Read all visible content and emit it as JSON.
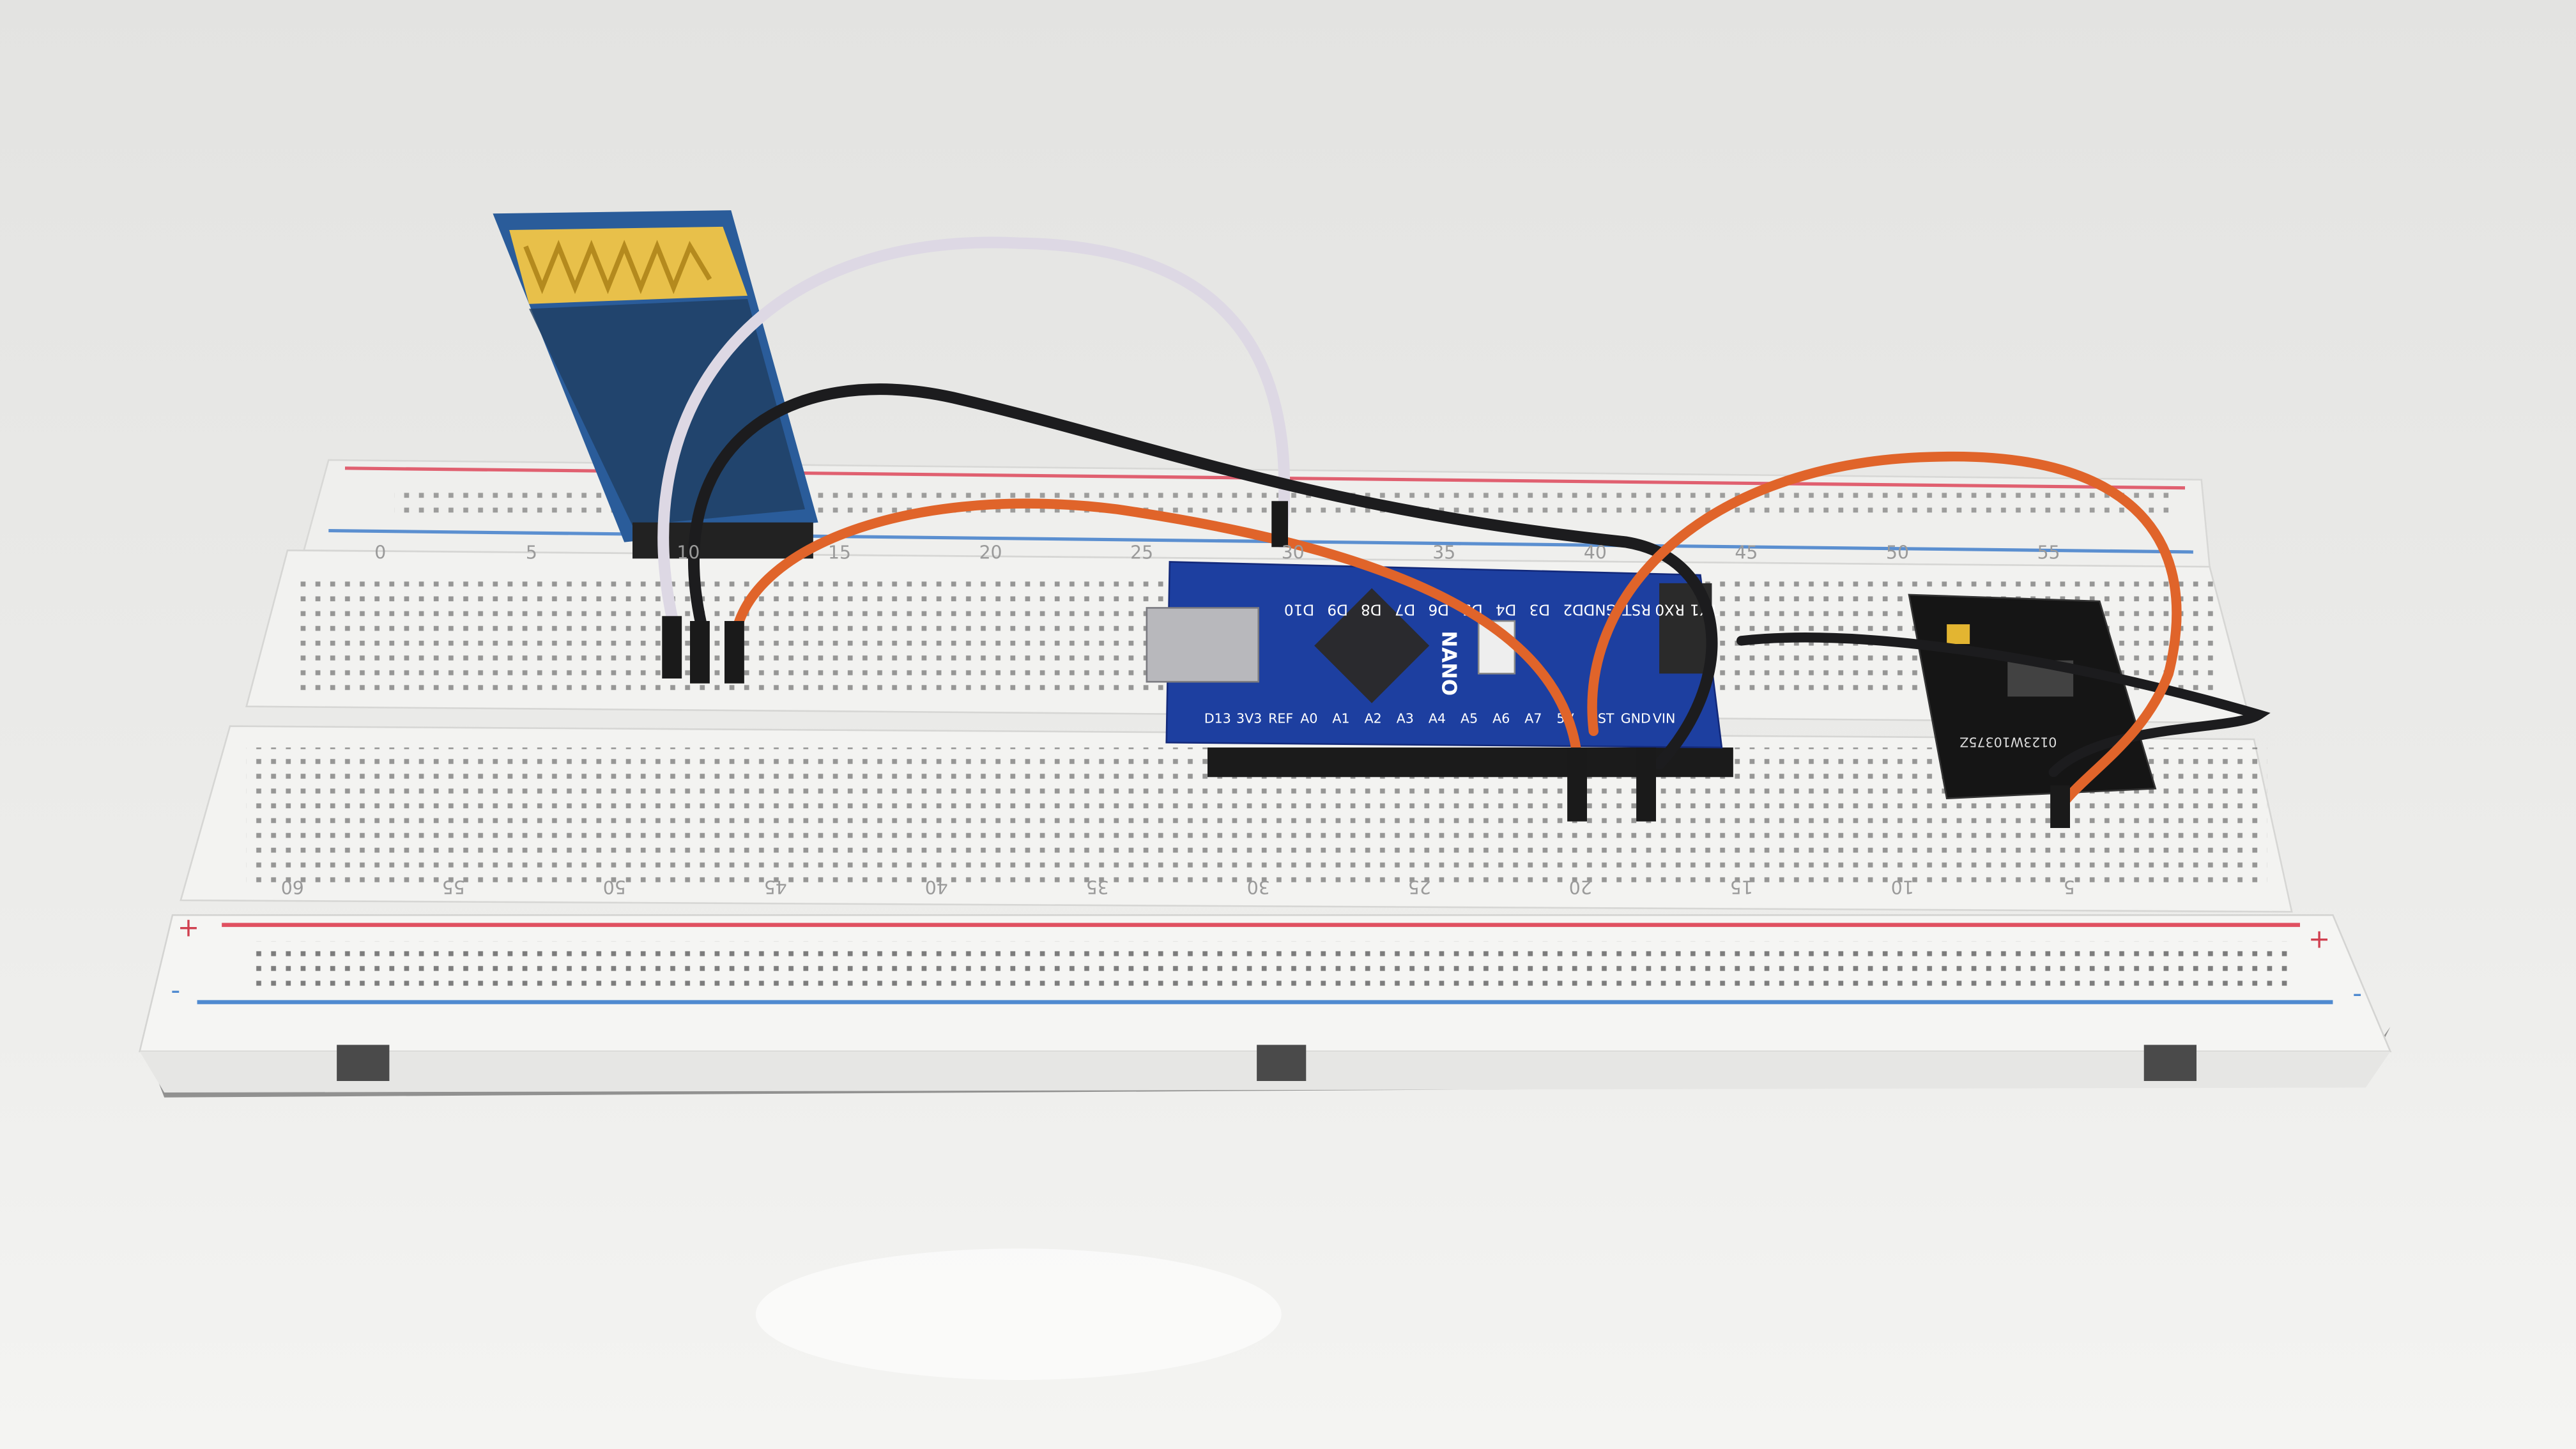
{
  "scene": {
    "background_color": "#e8e8e6",
    "breadboard_color": "#f1f1ef",
    "pcb_blue": "#1d3fa0",
    "wire_colors": {
      "white": "#e4e0ea",
      "black": "#1c1c1e",
      "orange": "#e0642a"
    }
  },
  "nano": {
    "model_label": "NANO",
    "top_pins": [
      "D10",
      "D9",
      "D8",
      "D7",
      "D6",
      "D5",
      "D4",
      "D3",
      "D2",
      "GND",
      "RST",
      "RX0",
      "TX1"
    ],
    "bottom_pins": [
      "D13",
      "3V3",
      "REF",
      "A0",
      "A1",
      "A2",
      "A3",
      "A4",
      "A5",
      "A6",
      "A7",
      "5V",
      "RST",
      "GND",
      "VIN"
    ]
  },
  "breadboard": {
    "upper_numbers": [
      "0",
      "5",
      "10",
      "15",
      "20",
      "25",
      "30",
      "35",
      "40",
      "45",
      "50",
      "55"
    ],
    "lower_numbers": [
      "60",
      "55",
      "50",
      "45",
      "40",
      "35",
      "30",
      "25",
      "20",
      "15",
      "10",
      "5"
    ],
    "plus_sign": "+",
    "minus_sign": "-"
  },
  "sensor_module": {
    "silkscreen": "0123W10375Z"
  }
}
